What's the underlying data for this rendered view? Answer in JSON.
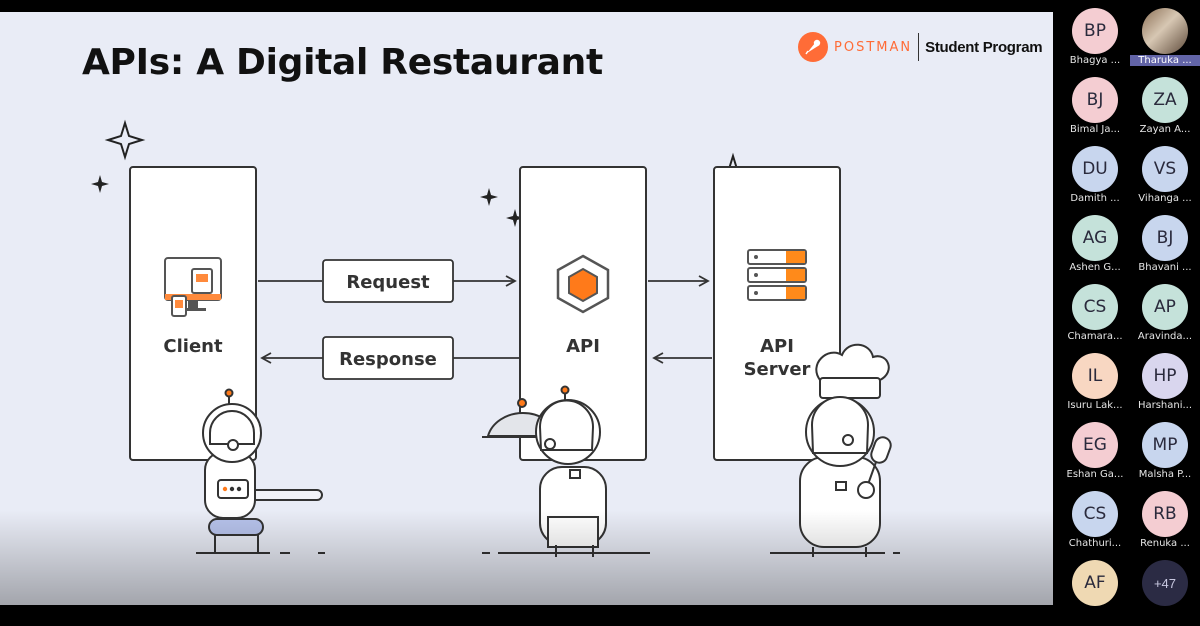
{
  "slide": {
    "title": "APIs: A Digital Restaurant",
    "brand": {
      "name": "POSTMAN",
      "program": "Student Program",
      "accent": "#ff6c37"
    }
  },
  "diagram": {
    "client_label": "Client",
    "api_label": "API",
    "server_label_line1": "API",
    "server_label_line2": "Server",
    "request_label": "Request",
    "response_label": "Response"
  },
  "participants": [
    {
      "initials": "BP",
      "name": "Bhagya ...",
      "color": "#f4cdd2"
    },
    {
      "initials": "",
      "name": "Tharuka ...",
      "color": "#c9b9a6",
      "is_photo": true,
      "highlighted": true
    },
    {
      "initials": "BJ",
      "name": "Bimal Ja...",
      "color": "#f4cdd2"
    },
    {
      "initials": "ZA",
      "name": "Zayan A...",
      "color": "#c5e2da"
    },
    {
      "initials": "DU",
      "name": "Damith ...",
      "color": "#c8d6ee"
    },
    {
      "initials": "VS",
      "name": "Vihanga ...",
      "color": "#c8d6ee"
    },
    {
      "initials": "AG",
      "name": "Ashen G...",
      "color": "#c5e2da"
    },
    {
      "initials": "BJ",
      "name": "Bhavani ...",
      "color": "#c8d6ee"
    },
    {
      "initials": "CS",
      "name": "Chamara...",
      "color": "#c5e2da"
    },
    {
      "initials": "AP",
      "name": "Aravinda...",
      "color": "#c5e2da"
    },
    {
      "initials": "IL",
      "name": "Isuru Lak...",
      "color": "#f8d7c2"
    },
    {
      "initials": "HP",
      "name": "Harshani...",
      "color": "#d9d6ee"
    },
    {
      "initials": "EG",
      "name": "Eshan Ga...",
      "color": "#f4cdd2"
    },
    {
      "initials": "MP",
      "name": "Malsha P...",
      "color": "#c8d6ee"
    },
    {
      "initials": "CS",
      "name": "Chathuri...",
      "color": "#c8d6ee"
    },
    {
      "initials": "RB",
      "name": "Renuka ...",
      "color": "#f4cdd2"
    },
    {
      "initials": "AF",
      "name": "",
      "color": "#efd9b3"
    }
  ],
  "more_participants": "+47"
}
